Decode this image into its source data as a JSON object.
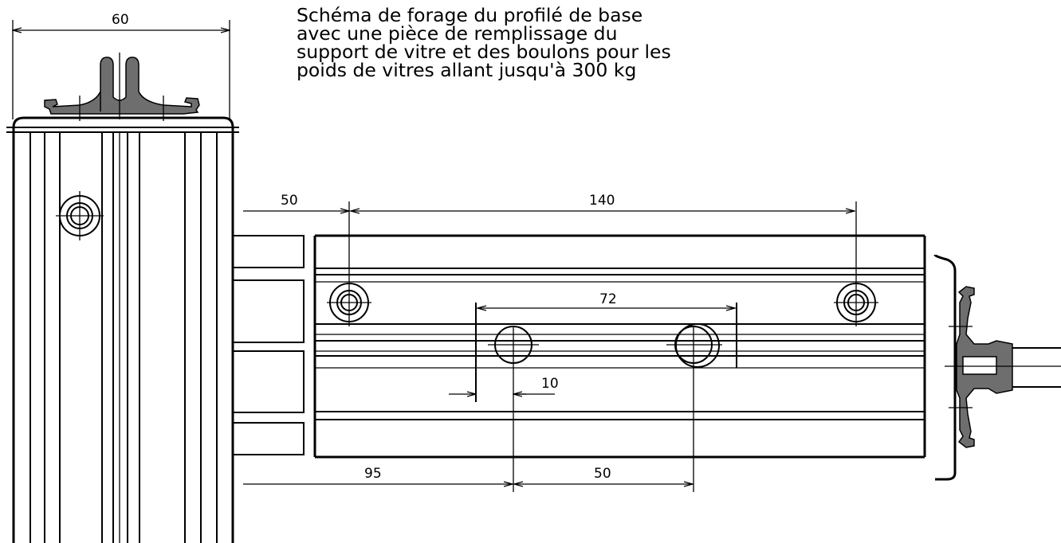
{
  "title_lines": [
    "Schéma de forage du profilé de base",
    "avec une pièce de remplissage du",
    "support de vitre et des boulons pour les",
    "poids de vitres allant jusqu'à 300 kg"
  ],
  "dimensions": {
    "width_60": "60",
    "offset_50_top": "50",
    "span_140": "140",
    "span_72": "72",
    "gap_10": "10",
    "offset_95": "95",
    "span_50_bottom": "50"
  },
  "colors": {
    "line": "#000000",
    "profile_fill": "#6e6e6e",
    "background": "#ffffff"
  }
}
